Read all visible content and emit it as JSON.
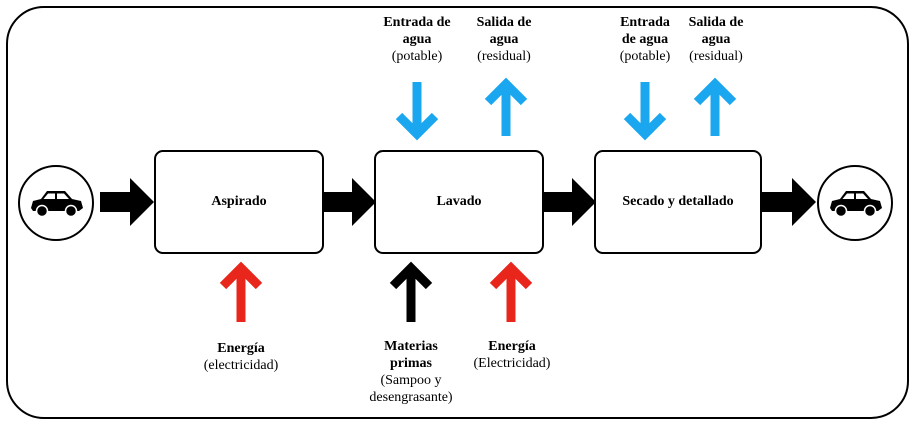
{
  "colors": {
    "water": "#1aa7ef",
    "energy": "#e8261c",
    "material": "#000000",
    "flow": "#000000"
  },
  "icons": {
    "car_in": "car-icon",
    "car_out": "car-icon"
  },
  "stages": {
    "aspirado": "Aspirado",
    "lavado": "Lavado",
    "secado": "Secado y detallado"
  },
  "labels": {
    "lavado_water_in": {
      "line1": "Entrada de",
      "line2": "agua",
      "line3": "(potable)"
    },
    "lavado_water_out": {
      "line1": "Salida de",
      "line2": "agua",
      "line3": "(residual)"
    },
    "secado_water_in": {
      "line1": "Entrada",
      "line2": "de agua",
      "line3": "(potable)"
    },
    "secado_water_out": {
      "line1": "Salida de",
      "line2": "agua",
      "line3": "(residual)"
    },
    "aspirado_energy": {
      "line1": "Energía",
      "line2": "(electricidad)"
    },
    "lavado_materials": {
      "line1": "Materias",
      "line2": "primas",
      "line3": "(Sampoo y",
      "line4": "desengrasante)"
    },
    "lavado_energy": {
      "line1": "Energía",
      "line2": "(Electricidad)"
    }
  }
}
